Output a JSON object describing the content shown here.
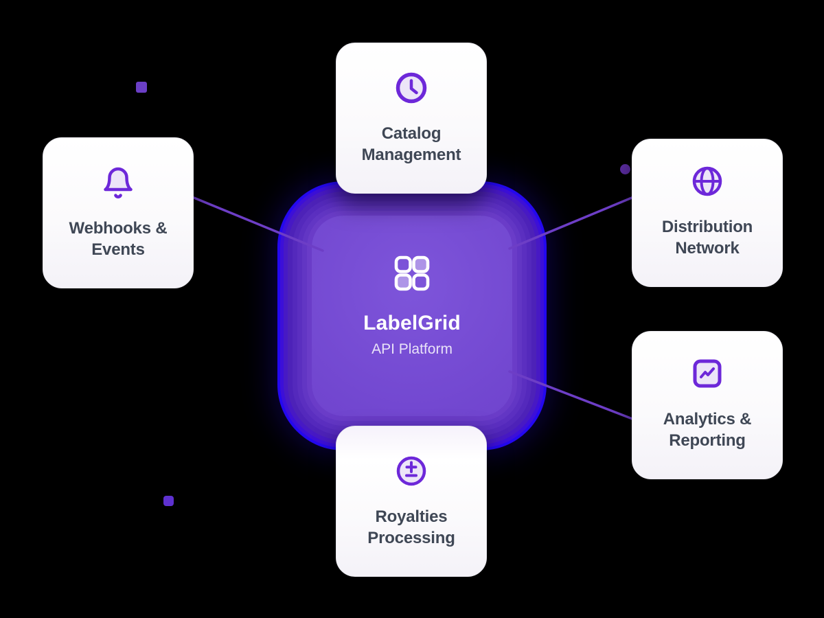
{
  "canvas": {
    "background_color": "#000000"
  },
  "center_node": {
    "title": "LabelGrid",
    "subtitle": "API Platform",
    "icon": "grid-2x2-icon",
    "fill_color": "#7247d0",
    "outer_ring_color": "#2408ef",
    "glow_color": "#4719c4"
  },
  "cards": [
    {
      "label": "Catalog Management",
      "icon": "clock-icon",
      "position": "top"
    },
    {
      "label": "Webhooks & Events",
      "icon": "bell-icon",
      "position": "left"
    },
    {
      "label": "Distribution Network",
      "icon": "globe-icon",
      "position": "right-top"
    },
    {
      "label": "Analytics & Reporting",
      "icon": "chart-trending-up-icon",
      "position": "right-bottom"
    },
    {
      "label": "Royalties Processing",
      "icon": "plus-minus-icon",
      "position": "bottom"
    }
  ],
  "colors": {
    "card_background": "#fdfdfe",
    "card_text": "#3f4755",
    "icon_stroke": "#6d28d9",
    "icon_fill": "#ece5f8",
    "connector_line": "#6d3ec6",
    "dot_square_top_left": "#6b3fc6",
    "dot_square_bottom_left": "#5e31cf",
    "dot_circle_right": "#5c2da3"
  },
  "decorations": [
    {
      "name": "square-dot-top-left",
      "shape": "square",
      "color": "#6b3fc6"
    },
    {
      "name": "square-dot-bottom-left",
      "shape": "square",
      "color": "#5e31cf"
    },
    {
      "name": "circle-dot-right",
      "shape": "circle",
      "color": "#5c2da3"
    }
  ]
}
